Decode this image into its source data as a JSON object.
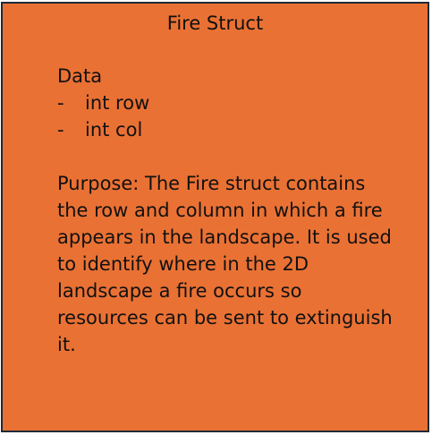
{
  "card": {
    "title": "Fire Struct",
    "data_heading": "Data",
    "fields": [
      {
        "bullet": "-",
        "text": "int row"
      },
      {
        "bullet": "-",
        "text": "int col"
      }
    ],
    "purpose_lines": [
      "Purpose: The Fire struct contains",
      "the row and column in which a fire",
      "appears in the landscape. It is used",
      "to identify where in the 2D",
      "landscape a fire occurs so",
      "resources can be sent to extinguish",
      "it."
    ],
    "colors": {
      "fill": "#ea7134",
      "border": "#1f2a36",
      "text": "#111111"
    }
  }
}
